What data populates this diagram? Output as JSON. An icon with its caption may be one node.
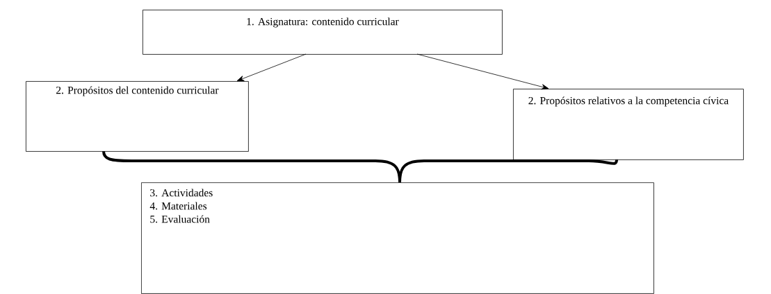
{
  "diagram": {
    "nodes": [
      {
        "text": [
          "1. Asignatura: contenido curricular"
        ]
      },
      {
        "text": [
          "2. Propósitos del contenido curricular"
        ]
      },
      {
        "text": [
          "2. Propósitos relativos a la competencia cívica"
        ]
      },
      {
        "text": [
          "3. Actividades",
          "4. Materiales",
          "5. Evaluación"
        ]
      }
    ],
    "edges": [
      {
        "from": 0,
        "to": 1,
        "arrow": "to"
      },
      {
        "from": 0,
        "to": 2,
        "arrow": "to"
      },
      {
        "from": 1,
        "to": 3,
        "arrow": "none",
        "style": "thick"
      },
      {
        "from": 2,
        "to": 3,
        "arrow": "none",
        "style": "thick"
      }
    ]
  }
}
